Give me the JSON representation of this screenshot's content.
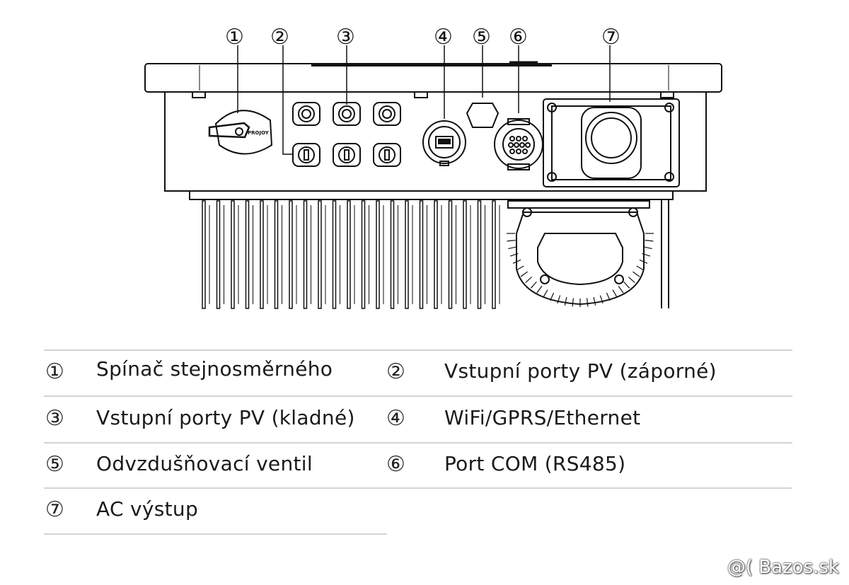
{
  "callouts": [
    {
      "num": "①",
      "text": "Spínač stejnosměrného"
    },
    {
      "num": "②",
      "text": "Vstupní porty PV (záporné)"
    },
    {
      "num": "③",
      "text": "Vstupní porty PV (kladné)"
    },
    {
      "num": "④",
      "text": "WiFi/GPRS/Ethernet"
    },
    {
      "num": "⑤",
      "text": "Odvzdušňovací ventil"
    },
    {
      "num": "⑥",
      "text": "Port COM (RS485)"
    },
    {
      "num": "⑦",
      "text": "AC výstup"
    }
  ],
  "switch_brand": "PROJOY",
  "watermark": "@( Bazos.sk"
}
